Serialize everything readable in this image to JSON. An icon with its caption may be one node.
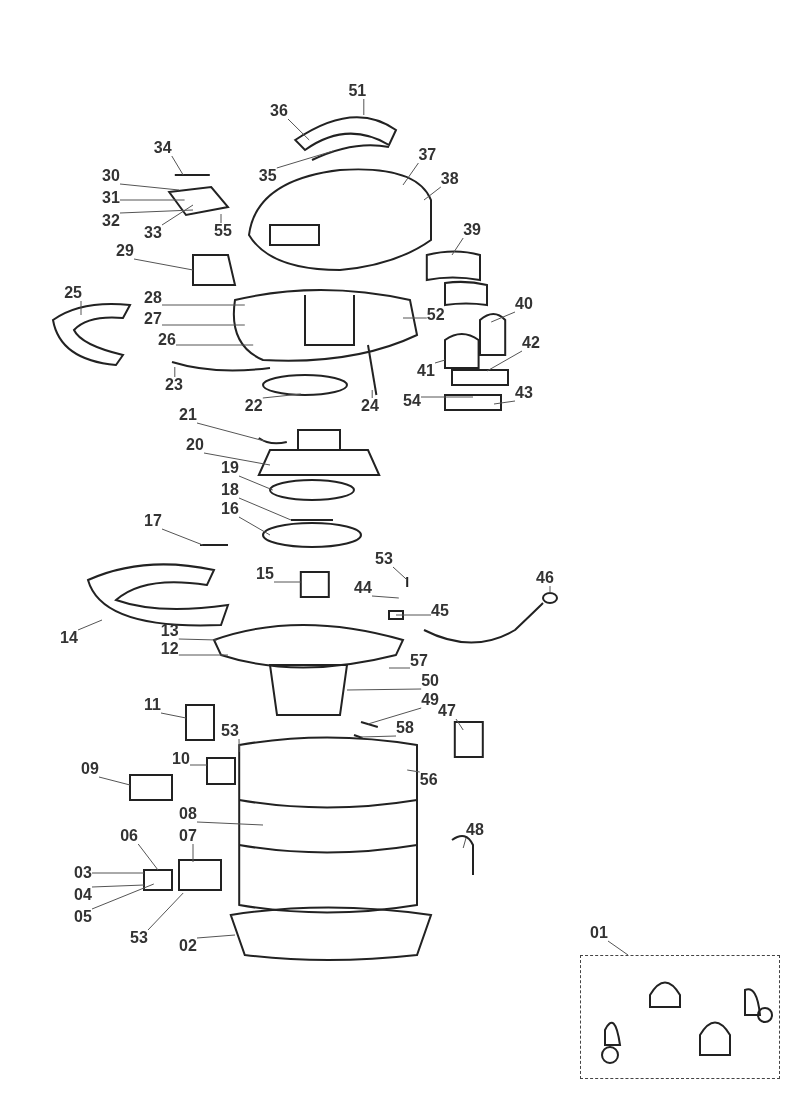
{
  "diagram": {
    "nodes": [
      {
        "text": [
          "51"
        ]
      },
      {
        "text": [
          "36"
        ]
      },
      {
        "text": [
          "34"
        ]
      },
      {
        "text": [
          "35"
        ]
      },
      {
        "text": [
          "37"
        ]
      },
      {
        "text": [
          "38"
        ]
      },
      {
        "text": [
          "30"
        ]
      },
      {
        "text": [
          "31"
        ]
      },
      {
        "text": [
          "32"
        ]
      },
      {
        "text": [
          "33"
        ]
      },
      {
        "text": [
          "55"
        ]
      },
      {
        "text": [
          "39"
        ]
      },
      {
        "text": [
          "29"
        ]
      },
      {
        "text": [
          "25"
        ]
      },
      {
        "text": [
          "28"
        ]
      },
      {
        "text": [
          "40"
        ]
      },
      {
        "text": [
          "27"
        ]
      },
      {
        "text": [
          "52"
        ]
      },
      {
        "text": [
          "26"
        ]
      },
      {
        "text": [
          "41"
        ]
      },
      {
        "text": [
          "42"
        ]
      },
      {
        "text": [
          "54"
        ]
      },
      {
        "text": [
          "43"
        ]
      },
      {
        "text": [
          "23"
        ]
      },
      {
        "text": [
          "22"
        ]
      },
      {
        "text": [
          "24"
        ]
      },
      {
        "text": [
          "21"
        ]
      },
      {
        "text": [
          "20"
        ]
      },
      {
        "text": [
          "19"
        ]
      },
      {
        "text": [
          "18"
        ]
      },
      {
        "text": [
          "17"
        ]
      },
      {
        "text": [
          "16"
        ]
      },
      {
        "text": [
          "53"
        ]
      },
      {
        "text": [
          "15"
        ]
      },
      {
        "text": [
          "44"
        ]
      },
      {
        "text": [
          "46"
        ]
      },
      {
        "text": [
          "45"
        ]
      },
      {
        "text": [
          "14"
        ]
      },
      {
        "text": [
          "13"
        ]
      },
      {
        "text": [
          "12"
        ]
      },
      {
        "text": [
          "57"
        ]
      },
      {
        "text": [
          "50"
        ]
      },
      {
        "text": [
          "49"
        ]
      },
      {
        "text": [
          "11"
        ]
      },
      {
        "text": [
          "58"
        ]
      },
      {
        "text": [
          "47"
        ]
      },
      {
        "text": [
          "53"
        ]
      },
      {
        "text": [
          "10"
        ]
      },
      {
        "text": [
          "09"
        ]
      },
      {
        "text": [
          "56"
        ]
      },
      {
        "text": [
          "08"
        ]
      },
      {
        "text": [
          "48"
        ]
      },
      {
        "text": [
          "06"
        ]
      },
      {
        "text": [
          "07"
        ]
      },
      {
        "text": [
          "03"
        ]
      },
      {
        "text": [
          "04"
        ]
      },
      {
        "text": [
          "53"
        ]
      },
      {
        "text": [
          "05"
        ]
      },
      {
        "text": [
          "02"
        ]
      },
      {
        "text": [
          "01"
        ]
      },
      {
        "text": [],
        "shape": "box"
      }
    ],
    "edges": [
      {
        "from": 0,
        "to": null,
        "arrow": "none"
      },
      {
        "from": 1,
        "to": null,
        "arrow": "none"
      },
      {
        "from": 2,
        "to": null,
        "arrow": "none"
      },
      {
        "from": 3,
        "to": null,
        "arrow": "none"
      },
      {
        "from": 4,
        "to": null,
        "arrow": "none"
      },
      {
        "from": 5,
        "to": null,
        "arrow": "none"
      },
      {
        "from": 6,
        "to": null,
        "arrow": "none"
      },
      {
        "from": 7,
        "to": null,
        "arrow": "none"
      },
      {
        "from": 8,
        "to": null,
        "arrow": "none"
      },
      {
        "from": 9,
        "to": null,
        "arrow": "none"
      },
      {
        "from": 10,
        "to": null,
        "arrow": "none"
      },
      {
        "from": 11,
        "to": null,
        "arrow": "none"
      },
      {
        "from": 12,
        "to": null,
        "arrow": "none"
      },
      {
        "from": 13,
        "to": null,
        "arrow": "none"
      },
      {
        "from": 14,
        "to": null,
        "arrow": "none"
      },
      {
        "from": 15,
        "to": null,
        "arrow": "none"
      },
      {
        "from": 16,
        "to": null,
        "arrow": "none"
      },
      {
        "from": 17,
        "to": null,
        "arrow": "none"
      },
      {
        "from": 18,
        "to": null,
        "arrow": "none"
      },
      {
        "from": 19,
        "to": null,
        "arrow": "none"
      },
      {
        "from": 20,
        "to": null,
        "arrow": "none"
      },
      {
        "from": 21,
        "to": null,
        "arrow": "none"
      },
      {
        "from": 22,
        "to": null,
        "arrow": "none"
      },
      {
        "from": 23,
        "to": null,
        "arrow": "none"
      },
      {
        "from": 24,
        "to": null,
        "arrow": "none"
      },
      {
        "from": 25,
        "to": null,
        "arrow": "none"
      },
      {
        "from": 26,
        "to": null,
        "arrow": "none"
      },
      {
        "from": 27,
        "to": null,
        "arrow": "none"
      },
      {
        "from": 28,
        "to": null,
        "arrow": "none"
      },
      {
        "from": 29,
        "to": null,
        "arrow": "none"
      },
      {
        "from": 30,
        "to": null,
        "arrow": "none"
      },
      {
        "from": 31,
        "to": null,
        "arrow": "none"
      },
      {
        "from": 32,
        "to": null,
        "arrow": "none"
      },
      {
        "from": 33,
        "to": null,
        "arrow": "none"
      },
      {
        "from": 34,
        "to": null,
        "arrow": "none"
      },
      {
        "from": 35,
        "to": null,
        "arrow": "none"
      },
      {
        "from": 36,
        "to": null,
        "arrow": "none"
      },
      {
        "from": 37,
        "to": null,
        "arrow": "none"
      },
      {
        "from": 38,
        "to": null,
        "arrow": "none"
      },
      {
        "from": 39,
        "to": null,
        "arrow": "none"
      },
      {
        "from": 40,
        "to": null,
        "arrow": "none"
      },
      {
        "from": 41,
        "to": null,
        "arrow": "none"
      },
      {
        "from": 42,
        "to": null,
        "arrow": "none"
      },
      {
        "from": 43,
        "to": null,
        "arrow": "none"
      },
      {
        "from": 44,
        "to": null,
        "arrow": "none"
      },
      {
        "from": 45,
        "to": null,
        "arrow": "none"
      },
      {
        "from": 46,
        "to": null,
        "arrow": "none"
      },
      {
        "from": 47,
        "to": null,
        "arrow": "none"
      },
      {
        "from": 48,
        "to": null,
        "arrow": "none"
      },
      {
        "from": 49,
        "to": null,
        "arrow": "none"
      },
      {
        "from": 50,
        "to": null,
        "arrow": "none"
      },
      {
        "from": 51,
        "to": null,
        "arrow": "none"
      },
      {
        "from": 52,
        "to": null,
        "arrow": "none"
      },
      {
        "from": 53,
        "to": null,
        "arrow": "none"
      },
      {
        "from": 54,
        "to": null,
        "arrow": "none"
      },
      {
        "from": 55,
        "to": null,
        "arrow": "none"
      },
      {
        "from": 56,
        "to": null,
        "arrow": "none"
      },
      {
        "from": 57,
        "to": null,
        "arrow": "none"
      },
      {
        "from": 58,
        "to": null,
        "arrow": "none"
      },
      {
        "from": 59,
        "to": 60,
        "arrow": "none"
      }
    ]
  }
}
